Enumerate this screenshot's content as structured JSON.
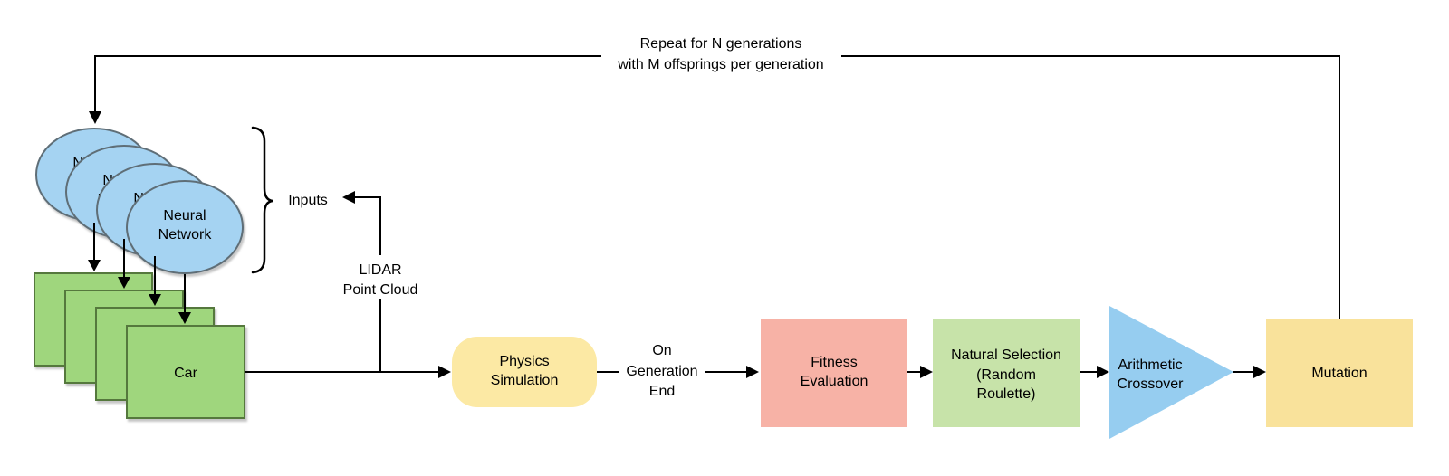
{
  "colors": {
    "line": "#000000",
    "text": "#000000",
    "background": "#FFFFFF"
  },
  "labels": {
    "repeat_loop": {
      "line1": "Repeat for N generations",
      "line2": "with M offsprings per generation"
    },
    "inputs": "Inputs",
    "lidar": {
      "line1": "LIDAR",
      "line2": "Point Cloud"
    },
    "on_generation_end": {
      "line1": "On",
      "line2": "Generation",
      "line3": "End"
    }
  },
  "nodes": {
    "neural_network": {
      "label_line1": "Neural",
      "label_line2": "Network",
      "count": 4,
      "fill": "#A5D3F2",
      "stroke": "#5E6E77"
    },
    "car": {
      "label": "Car",
      "count": 4,
      "fill": "#9FD67D",
      "stroke": "#55783C"
    },
    "physics_simulation": {
      "label_line1": "Physics",
      "label_line2": "Simulation",
      "fill": "#FCE9A4"
    },
    "fitness_evaluation": {
      "label_line1": "Fitness",
      "label_line2": "Evaluation",
      "fill": "#F7B2A6"
    },
    "natural_selection": {
      "label_line1": "Natural Selection",
      "label_line2": "(Random",
      "label_line3": "Roulette)",
      "fill": "#C7E3A9"
    },
    "arithmetic_crossover": {
      "label_line1": "Arithmetic",
      "label_line2": "Crossover",
      "fill": "#96CDF0"
    },
    "mutation": {
      "label": "Mutation",
      "fill": "#F9E29B"
    }
  }
}
